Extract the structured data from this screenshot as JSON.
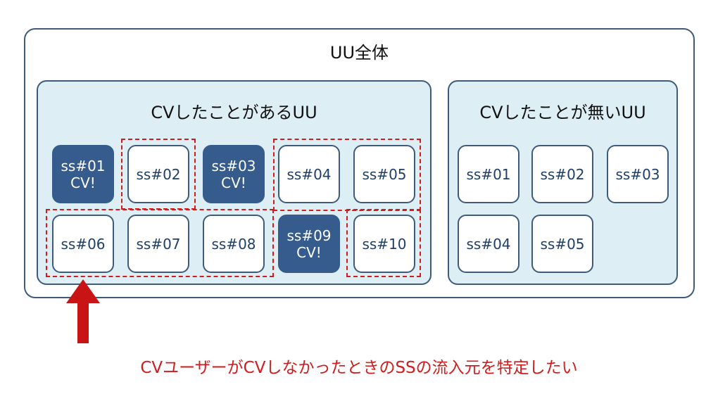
{
  "all_uu": {
    "title": "UU全体"
  },
  "cv_group": {
    "title": "CVしたことがあるUU",
    "sessions": [
      {
        "id": "ss#01",
        "cv": "CV!"
      },
      {
        "id": "ss#02"
      },
      {
        "id": "ss#03",
        "cv": "CV!"
      },
      {
        "id": "ss#04"
      },
      {
        "id": "ss#05"
      },
      {
        "id": "ss#06"
      },
      {
        "id": "ss#07"
      },
      {
        "id": "ss#08"
      },
      {
        "id": "ss#09",
        "cv": "CV!"
      },
      {
        "id": "ss#10"
      }
    ]
  },
  "non_cv_group": {
    "title": "CVしたことが無いUU",
    "sessions": [
      {
        "id": "ss#01"
      },
      {
        "id": "ss#02"
      },
      {
        "id": "ss#03"
      },
      {
        "id": "ss#04"
      },
      {
        "id": "ss#05"
      }
    ]
  },
  "caption": "CVユーザーがCVしなかったときのSSの流入元を特定したい",
  "colors": {
    "border": "#3f5b7a",
    "group_fill": "#deeef5",
    "cv_session": "#355c8d",
    "highlight": "#d01c1c"
  }
}
